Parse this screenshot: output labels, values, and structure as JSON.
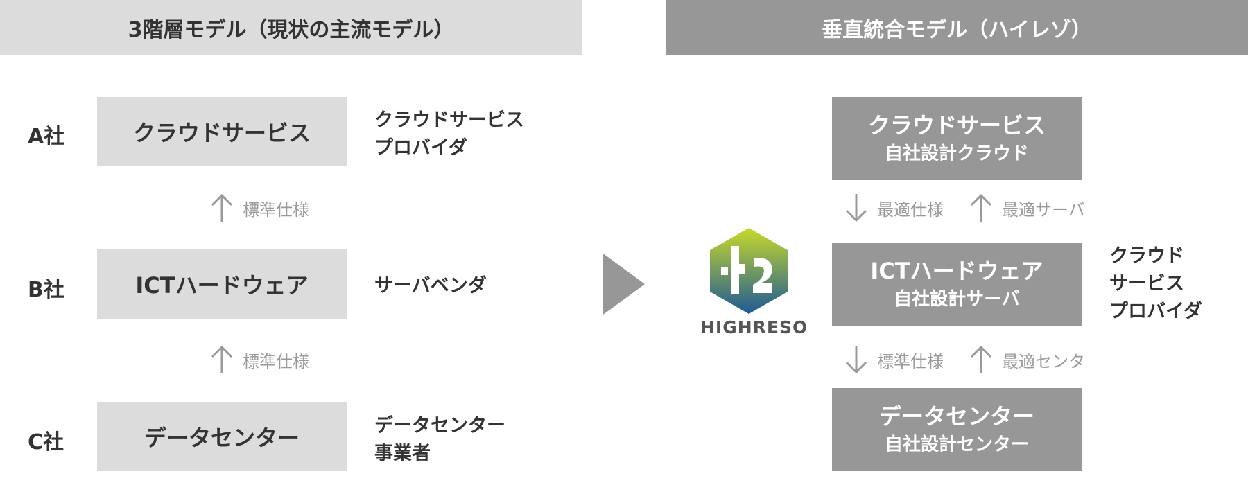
{
  "headers": {
    "left": "3階層モデル（現状の主流モデル）",
    "right": "垂直統合モデル（ハイレゾ）"
  },
  "left_model": {
    "rows": [
      {
        "company": "A社",
        "box": "クラウドサービス",
        "desc": [
          "クラウドサービス",
          "プロバイダ"
        ]
      },
      {
        "company": "B社",
        "box": "ICTハードウェア",
        "desc": [
          "サーバベンダ"
        ]
      },
      {
        "company": "C社",
        "box": "データセンター",
        "desc": [
          "データセンター",
          "事業者"
        ]
      }
    ],
    "arrows": [
      "標準仕様",
      "標準仕様"
    ]
  },
  "right_model": {
    "boxes": [
      {
        "main": "クラウドサービス",
        "sub": "自社設計クラウド"
      },
      {
        "main": "ICTハードウェア",
        "sub": "自社設計サーバ"
      },
      {
        "main": "データセンター",
        "sub": "自社設計センター"
      }
    ],
    "arrows": [
      {
        "down": "最適仕様",
        "up": "最適サーバ"
      },
      {
        "down": "標準仕様",
        "up": "最適センタ"
      }
    ],
    "side_desc": [
      "クラウド",
      "サービス",
      "プロバイダ"
    ]
  },
  "logo": {
    "text": "HIGHRESO"
  },
  "colors": {
    "light_gray": "#dcdcdc",
    "dark_gray": "#979797",
    "arrow_gray": "#9a9a9a",
    "logo_green": "#c8d92a",
    "logo_blue": "#1e5a96"
  }
}
